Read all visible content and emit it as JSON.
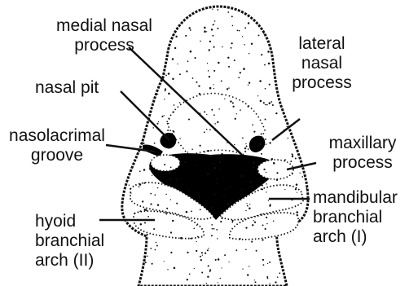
{
  "colors": {
    "ink": "#111111",
    "tissue": "#ffffff",
    "cavity": "#000000"
  },
  "labels": {
    "medial_nasal": [
      "medial nasal",
      "process"
    ],
    "lateral_nasal": [
      "lateral",
      "nasal",
      "process"
    ],
    "nasal_pit": "nasal pit",
    "nasolacrimal": [
      "nasolacrimal",
      "groove"
    ],
    "maxillary": [
      "maxillary",
      "process"
    ],
    "mandibular": [
      "mandibular",
      "branchial",
      "arch (I)"
    ],
    "hyoid": [
      "hyoid",
      "branchial",
      "arch (II)"
    ]
  }
}
